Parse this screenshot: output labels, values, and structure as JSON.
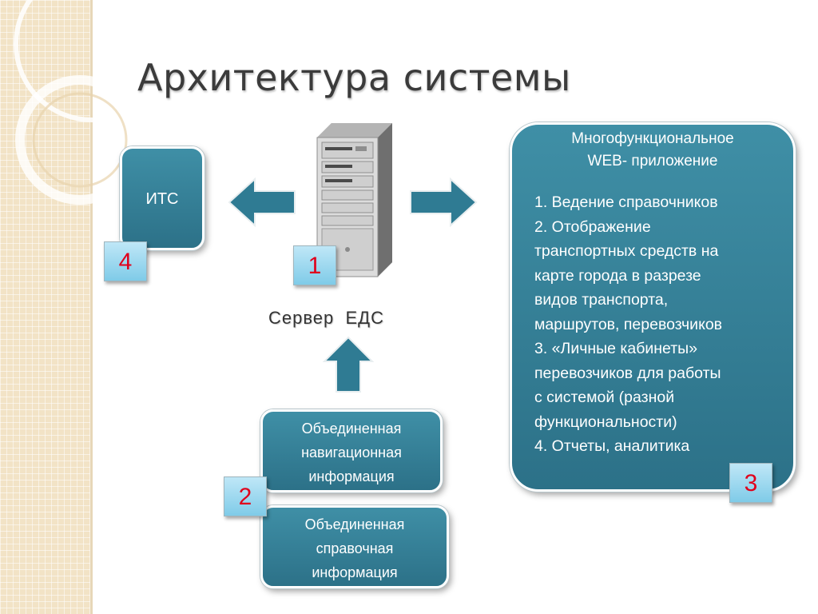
{
  "slide": {
    "title": "Архитектура системы",
    "server_caption": "Сервер  ЕДС",
    "its": {
      "label": "ИТС",
      "badge": "4"
    },
    "server_badge": "1",
    "nav_info": {
      "lines": [
        "Объединенная",
        "навигационная",
        "информация"
      ]
    },
    "ref_info": {
      "lines": [
        "Объединенная",
        "справочная",
        "информация"
      ]
    },
    "info_badge": "2",
    "web_app": {
      "title_lines": [
        "Многофункциональное",
        "WEB- приложение"
      ],
      "items": [
        "1. Ведение справочников",
        "2. Отображение",
        "транспортных средств на",
        "карте города  в разрезе",
        "видов транспорта,",
        "маршрутов, перевозчиков",
        "3. «Личные кабинеты»",
        "перевозчиков для работы",
        "с системой (разной",
        "функциональности)",
        "4. Отчеты, аналитика"
      ],
      "badge": "3"
    },
    "colors": {
      "box": "#3a8aa1",
      "arrow": "#2f7b93",
      "badge_text": "#e0001b",
      "sidebar": "#f2e3c6"
    },
    "icons": [
      "server-icon",
      "arrow-left-icon",
      "arrow-right-icon",
      "arrow-up-icon"
    ]
  }
}
